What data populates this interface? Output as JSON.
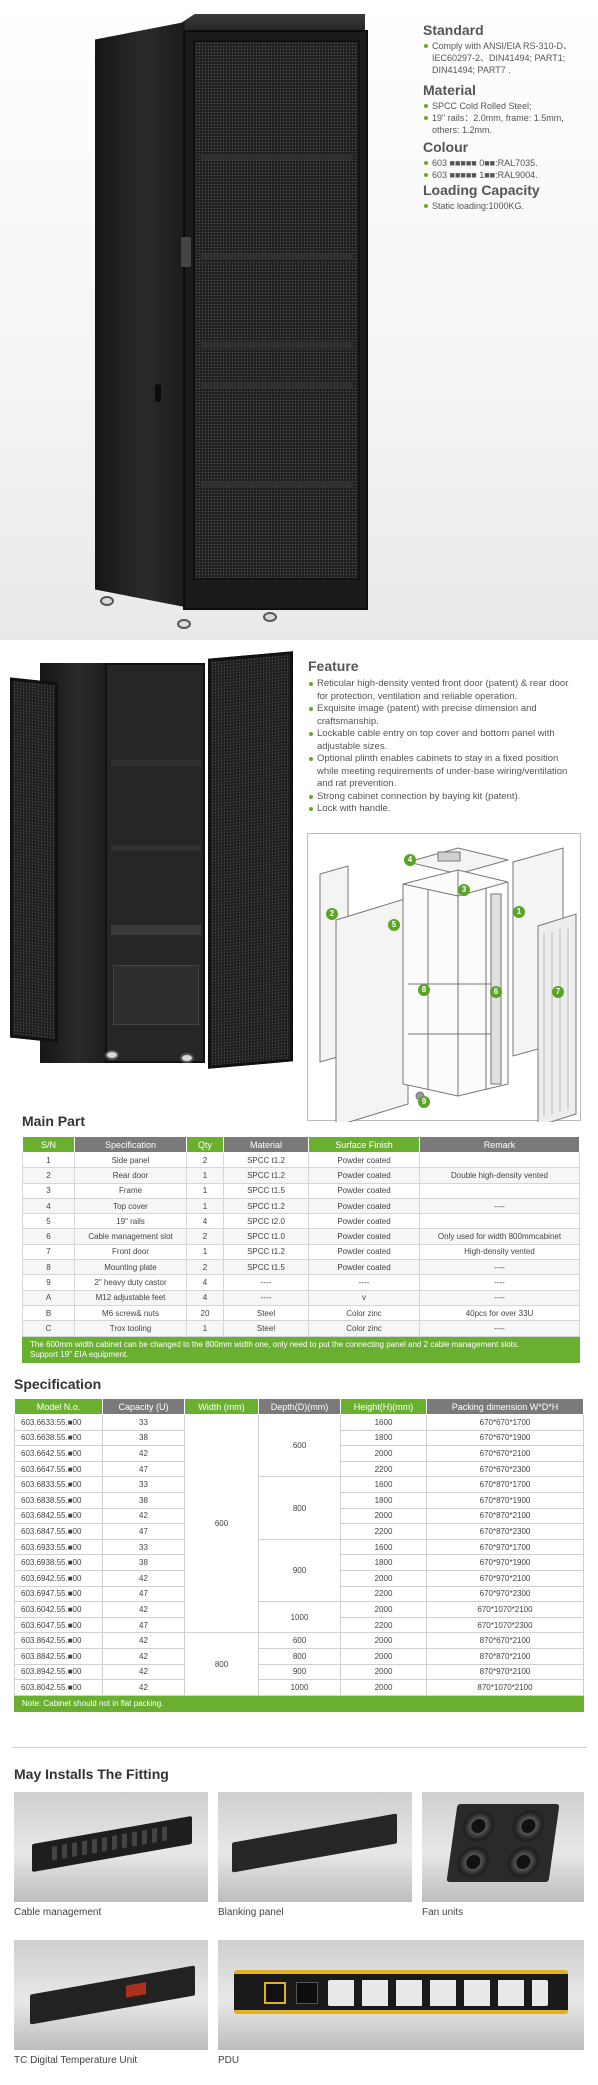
{
  "specs": {
    "standard": {
      "title": "Standard",
      "items": [
        "Comply with ANSI/EIA RS-310-D、",
        "IEC60297-2、DIN41494; PART1;",
        "DIN41494; PART7 ."
      ]
    },
    "material": {
      "title": "Material",
      "items": [
        "SPCC Cold Rolled Steel;",
        "19\" rails：2.0mm, frame: 1.5mm,",
        "others: 1.2mm."
      ]
    },
    "colour": {
      "title": "Colour",
      "items": [
        "603 ■■■■■ 0■■:RAL7035.",
        "603 ■■■■■ 1■■:RAL9004."
      ]
    },
    "loading": {
      "title": "Loading Capacity",
      "items": [
        "Static loading:1000KG."
      ]
    }
  },
  "feature": {
    "title": "Feature",
    "items": [
      [
        "Reticular high-density vented front door (patent) & rear door",
        "for  protection, ventilation and reliable operation."
      ],
      [
        "Exquisite image (patent) with precise dimension and",
        "craftsmanship."
      ],
      [
        "Lockable cable entry on top cover and bottom panel with",
        "adjustable sizes."
      ],
      [
        "Optional plinth enables cabinets to stay in a fixed position",
        "while meeting requirements of under-base wiring/ventilation",
        "and  rat prevention."
      ],
      [
        "Strong cabinet connection by baying kit (patent)."
      ],
      [
        "Lock with handle."
      ]
    ]
  },
  "diagram": {
    "labels": [
      "1",
      "2",
      "3",
      "4",
      "5",
      "6",
      "7",
      "8",
      "9"
    ]
  },
  "main_part": {
    "title": "Main Part",
    "headers": [
      "S/N",
      "Specification",
      "Qty",
      "Material",
      "Surface Finish",
      "Remark"
    ],
    "rows": [
      [
        "1",
        "Side panel",
        "2",
        "SPCC t1.2",
        "Powder coated",
        ""
      ],
      [
        "2",
        "Rear door",
        "1",
        "SPCC t1.2",
        "Powder coated",
        "Double high-density vented"
      ],
      [
        "3",
        "Frame",
        "1",
        "SPCC t1.5",
        "Powder coated",
        ""
      ],
      [
        "4",
        "Top cover",
        "1",
        "SPCC t1.2",
        "Powder coated",
        "----"
      ],
      [
        "5",
        "19\" rails",
        "4",
        "SPCC t2.0",
        "Powder coated",
        ""
      ],
      [
        "6",
        "Cable management slot",
        "2",
        "SPCC t1.0",
        "Powder coated",
        "Only used for width 800mmcabinet"
      ],
      [
        "7",
        "Front door",
        "1",
        "SPCC t1.2",
        "Powder coated",
        "High-density vented"
      ],
      [
        "8",
        "Mounting plate",
        "2",
        "SPCC t1.5",
        "Powder coated",
        "----"
      ],
      [
        "9",
        "2\" heavy duty castor",
        "4",
        "----",
        "----",
        "----"
      ],
      [
        "A",
        "M12 adjustable feet",
        "4",
        "----",
        "v",
        "----"
      ],
      [
        "B",
        "M6 screw& nuts",
        "20",
        "Steel",
        "Color zinc",
        "40pcs for over 33U"
      ],
      [
        "C",
        "Trox tooling",
        "1",
        "Steel",
        "Color zinc",
        "----"
      ]
    ],
    "note": [
      "The 600mm width cabinet can be changed to the 800mm width one, only need to put the connecting panel and 2 cable management slots.",
      "Support 19\" EIA equipment."
    ]
  },
  "specification": {
    "title": "Specification",
    "headers": [
      "Model  N.o.",
      "Capacity (U)",
      "Width (mm)",
      "Depth(D)(mm)",
      "Height(H)(mm)",
      "Packing dimension W*D*H"
    ],
    "rows": [
      [
        "603.6633.55.■00",
        "33",
        "1600",
        "670*670*1700"
      ],
      [
        "603.6638.55.■00",
        "38",
        "1800",
        "670*670*1900"
      ],
      [
        "603.6642.55.■00",
        "42",
        "2000",
        "670*670*2100"
      ],
      [
        "603.6647.55.■00",
        "47",
        "2200",
        "670*670*2300"
      ],
      [
        "603.6833.55.■00",
        "33",
        "1600",
        "670*870*1700"
      ],
      [
        "603.6838.55.■00",
        "38",
        "1800",
        "670*870*1900"
      ],
      [
        "603.6842.55.■00",
        "42",
        "2000",
        "670*870*2100"
      ],
      [
        "603.6847.55.■00",
        "47",
        "2200",
        "670*870*2300"
      ],
      [
        "603.6933.55.■00",
        "33",
        "1600",
        "670*970*1700"
      ],
      [
        "603.6938.55.■00",
        "38",
        "1800",
        "670*970*1900"
      ],
      [
        "603.6942.55.■00",
        "42",
        "2000",
        "670*970*2100"
      ],
      [
        "603.6947.55.■00",
        "47",
        "2200",
        "670*970*2300"
      ],
      [
        "603.6042.55.■00",
        "42",
        "2000",
        "670*1070*2100"
      ],
      [
        "603.6047.55.■00",
        "47",
        "2200",
        "670*1070*2300"
      ],
      [
        "603.8642.55.■00",
        "42",
        "2000",
        "870*670*2100"
      ],
      [
        "603.8842.55.■00",
        "42",
        "2000",
        "870*870*2100"
      ],
      [
        "603.8942.55.■00",
        "42",
        "2000",
        "870*970*2100"
      ],
      [
        "603.8042.55.■00",
        "42",
        "2000",
        "870*1070*2100"
      ]
    ],
    "widths": [
      "600",
      "800"
    ],
    "depths": [
      "600",
      "800",
      "900",
      "1000",
      "600",
      "800",
      "900",
      "1000"
    ],
    "note": "Note:  Cabinet should not in flat packing."
  },
  "fittings": {
    "title": "May Installs The Fitting",
    "items": [
      {
        "label": "Cable management",
        "icon": "cable-management-icon"
      },
      {
        "label": "Blanking panel",
        "icon": "blanking-panel-icon"
      },
      {
        "label": "Fan units",
        "icon": "fan-units-icon"
      },
      {
        "label": "TC Digital Temperature Unit",
        "icon": "temperature-unit-icon"
      },
      {
        "label": "PDU",
        "icon": "pdu-icon"
      }
    ]
  },
  "colors": {
    "accent_green": "#6ab030",
    "header_gray": "#7a7a7a",
    "cabinet_black": "#1a1a1a"
  }
}
